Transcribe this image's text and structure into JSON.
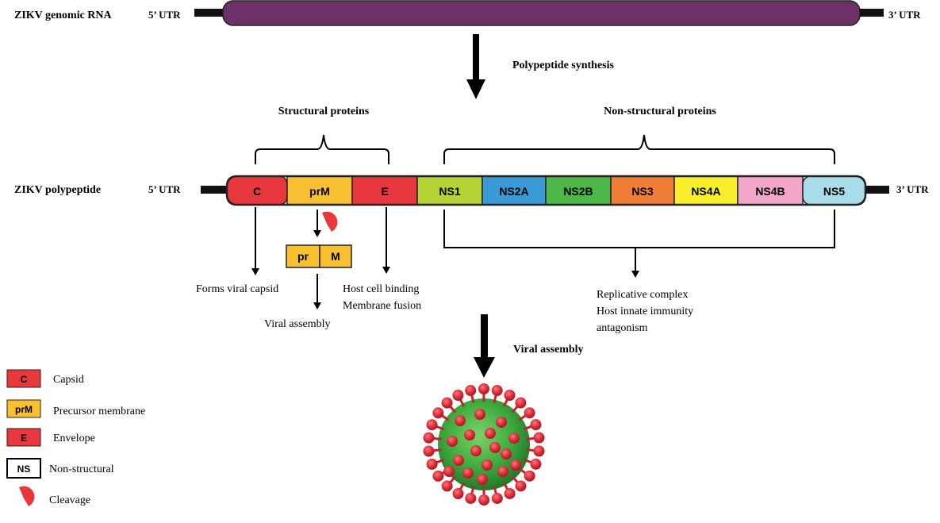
{
  "rna": {
    "label": "ZIKV genomic RNA",
    "utr5": "5’ UTR",
    "utr3": "3’ UTR",
    "color": "#6E3068"
  },
  "synthesis_label": "Polypeptide synthesis",
  "structural_label": "Structural proteins",
  "nonstructural_label": "Non-structural proteins",
  "polypeptide": {
    "label": "ZIKV polypeptide",
    "utr5": "5’ UTR",
    "utr3": "3’ UTR",
    "segments": [
      {
        "label": "C",
        "color": "#E8383D"
      },
      {
        "label": "prM",
        "color": "#F8C030"
      },
      {
        "label": "E",
        "color": "#E8383D"
      },
      {
        "label": "NS1",
        "color": "#B5D334"
      },
      {
        "label": "NS2A",
        "color": "#3A9AD6"
      },
      {
        "label": "NS2B",
        "color": "#4DB848"
      },
      {
        "label": "NS3",
        "color": "#F07D36"
      },
      {
        "label": "NS4A",
        "color": "#F8EE2A"
      },
      {
        "label": "NS4B",
        "color": "#F4A6C8"
      },
      {
        "label": "NS5",
        "color": "#A8DCE8"
      }
    ]
  },
  "prm_split": {
    "pr": "pr",
    "m": "M"
  },
  "functions": {
    "capsid": "Forms viral capsid",
    "assembly": "Viral assembly",
    "envelope_1": "Host cell binding",
    "envelope_2": "Membrane fusion",
    "ns_1": "Replicative complex",
    "ns_2": "Host innate immunity",
    "ns_3": "antagonism"
  },
  "viral_assembly_label": "Viral assembly",
  "legend": [
    {
      "key": "C",
      "text": "Capsid",
      "color": "#E8383D"
    },
    {
      "key": "prM",
      "text": "Precursor membrane",
      "color": "#F8C030"
    },
    {
      "key": "E",
      "text": "Envelope",
      "color": "#E8383D"
    },
    {
      "key": "NS",
      "text": "Non-structural",
      "color": "#ffffff"
    },
    {
      "key": "",
      "text": "Cleavage",
      "color": "#E8383D"
    }
  ],
  "virion": {
    "core_color": "#3DAA3D",
    "spike_color": "#E0303A"
  }
}
